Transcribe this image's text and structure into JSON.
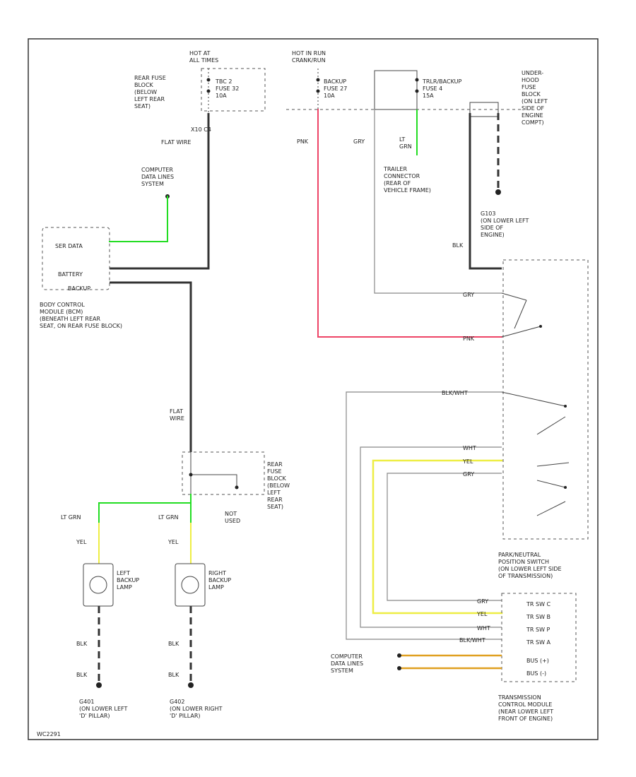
{
  "colors": {
    "black": "#333333",
    "gray": "#888888",
    "green": "#22dd22",
    "yellow": "#eeee44",
    "pink": "#ee4466",
    "orange": "#e0a020"
  },
  "labels": {
    "hot_at_all_times": "HOT AT\nALL TIMES",
    "hot_in_run": "HOT IN RUN\nCRANK/RUN",
    "rear_fuse_block": "REAR FUSE\nBLOCK\n(BELOW\nLEFT REAR\nSEAT)",
    "fuse_tbc2": "TBC 2\nFUSE 32\n10A",
    "fuse_backup": "BACKUP\nFUSE 27\n10A",
    "fuse_trlr": "TRLR/BACKUP\nFUSE 4\n15A",
    "underhood_fuse": "UNDER-\nHOOD\nFUSE\nBLOCK\n(ON LEFT\nSIDE OF\nENGINE\nCOMPT)",
    "conn_x1_c4": "X10 C4",
    "flat_wire": "FLAT WIRE",
    "computer_data_lines_1": "COMPUTER\nDATA LINES\nSYSTEM",
    "ser_data": "SER DATA",
    "battery": "BATTERY",
    "backup": "BACKUP",
    "bcm": "BODY CONTROL\nMODULE (BCM)\n(BENEATH LEFT REAR\nSEAT, ON REAR FUSE BLOCK)",
    "trailer_connector": "TRAILER\nCONNECTOR\n(REAR OF\nVEHICLE FRAME)",
    "g103": "G103\n(ON LOWER LEFT\nSIDE OF\nENGINE)",
    "wire_pnk": "PNK",
    "wire_gry": "GRY",
    "wire_lt_grn": "LT\nGRN",
    "wire_blk": "BLK",
    "wire_yel": "YEL",
    "wire_wht": "WHT",
    "wire_lt_grn_full": "LT GRN",
    "wire_blk_wht": "BLK/WHT",
    "flat_wire_2": "FLAT\nWIRE",
    "rear_fuse_block_2": "REAR\nFUSE\nBLOCK\n(BELOW\nLEFT\nREAR\nSEAT)",
    "not_used": "NOT\nUSED",
    "left_backup_lamp": "LEFT\nBACKUP\nLAMP",
    "right_backup_lamp": "RIGHT\nBACKUP\nLAMP",
    "g401": "G401\n(ON LOWER LEFT\n'D' PILLAR)",
    "g402": "G402\n(ON LOWER RIGHT\n'D' PILLAR)",
    "park_neutral_switch": "PARK/NEUTRAL\nPOSITION SWITCH\n(ON LOWER LEFT SIDE\nOF TRANSMISSION)",
    "tcm": "TRANSMISSION\nCONTROL MODULE\n(NEAR LOWER LEFT\nFRONT OF ENGINE)",
    "tr_sw_c": "TR SW C",
    "tr_sw_b": "TR SW B",
    "tr_sw_p": "TR SW P",
    "tr_sw_a": "TR SW A",
    "class2_1": "BUS (+)",
    "class2_2": "BUS (-)",
    "computer_data_lines_2": "COMPUTER\nDATA LINES\nSYSTEM",
    "footer_code": "WC2291"
  }
}
